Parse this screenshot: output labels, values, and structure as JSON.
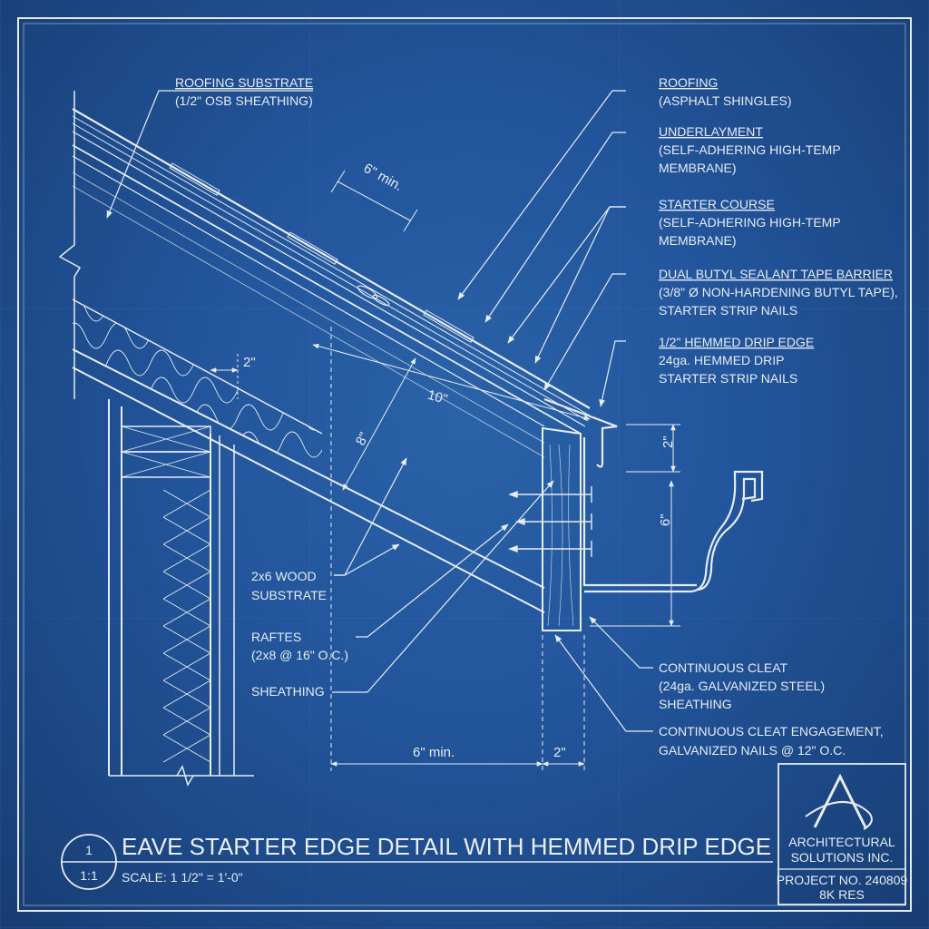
{
  "title_block": {
    "detail_number": "1",
    "detail_scale_ratio": "1:1",
    "title": "EAVE STARTER EDGE DETAIL WITH HEMMED DRIP EDGE",
    "scale_text": "SCALE: 1 1/2\" = 1'-0\"",
    "company_line1": "ARCHITECTURAL",
    "company_line2": "SOLUTIONS INC.",
    "project_number": "PROJECT NO. 240809",
    "project_sub": "8K RES"
  },
  "labels": {
    "roofing_substrate": {
      "title": "ROOFING SUBSTRATE",
      "detail": "(1/2\" OSB SHEATHING)"
    },
    "roofing": {
      "title": "ROOFING",
      "detail": "(ASPHALT SHINGLES)"
    },
    "underlayment": {
      "title": "UNDERLAYMENT",
      "detail1": "(SELF-ADHERING HIGH-TEMP",
      "detail2": "MEMBRANE)"
    },
    "starter_course": {
      "title": "STARTER COURSE",
      "detail1": "(SELF-ADHERING HIGH-TEMP",
      "detail2": "MEMBRANE)"
    },
    "butyl_tape": {
      "title": "DUAL BUTYL SEALANT TAPE BARRIER",
      "detail1": "(3/8\" Ø NON-HARDENING BUTYL TAPE),",
      "detail2": "STARTER STRIP NAILS"
    },
    "drip_edge": {
      "title": "1/2\" HEMMED DRIP EDGE",
      "detail1": "24ga. HEMMED DRIP",
      "detail2": "STARTER STRIP NAILS"
    },
    "wood_substrate": {
      "line1": "2x6 WOOD",
      "line2": "SUBSTRATE"
    },
    "rafters": {
      "line1": "RAFTES",
      "line2": "(2x8 @ 16\" O.C.)"
    },
    "sheathing": {
      "line1": "SHEATHING"
    },
    "continuous_cleat": {
      "title": "CONTINUOUS CLEAT",
      "detail1": "(24ga. GALVANIZED STEEL)",
      "detail2": "SHEATHING"
    },
    "cleat_engagement": {
      "line1": "CONTINUOUS CLEAT ENGAGEMENT,",
      "line2": "GALVANIZED NAILS @ 12\" O.C."
    }
  },
  "dimensions": {
    "lap_top": "6\" min.",
    "stud_gap": "2\"",
    "slope_length": "10\"",
    "rise": "8\"",
    "drip_height": "2\"",
    "gutter_height": "6\"",
    "bottom_run": "6\" min.",
    "bottom_right": "2\""
  },
  "colors": {
    "paper": "#22549a",
    "ink": "#e6ecf2"
  }
}
